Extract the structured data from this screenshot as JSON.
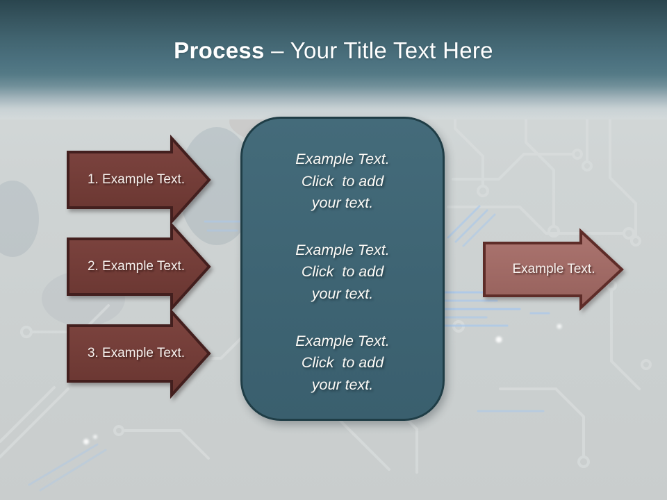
{
  "slide": {
    "title": {
      "bold": "Process",
      "rest": " – Your Title Text Here"
    }
  },
  "left_arrows": [
    {
      "label": "1. Example Text."
    },
    {
      "label": "2. Example Text."
    },
    {
      "label": "3. Example Text."
    }
  ],
  "center_box": {
    "blocks": [
      {
        "lines": [
          "Example Text.",
          "Click  to add",
          "your text."
        ]
      },
      {
        "lines": [
          "Example Text.",
          "Click  to add",
          "your text."
        ]
      },
      {
        "lines": [
          "Example Text.",
          "Click  to add",
          "your text."
        ]
      }
    ]
  },
  "right_arrow": {
    "label": "Example Text."
  },
  "colors": {
    "header_teal_dark": "#2a454e",
    "header_teal_mid": "#4c7280",
    "page_background": "#cdd1d1",
    "maroon_arrow_fill": "#74403b",
    "maroon_arrow_border": "#431f1e",
    "mauve_arrow_fill": "#a16b66",
    "mauve_arrow_border": "#5e2c28",
    "teal_box_fill": "#3e6473",
    "teal_box_border": "#1f3d46",
    "text_white": "#ffffff",
    "circuit_blue": "#a9c8eb"
  }
}
